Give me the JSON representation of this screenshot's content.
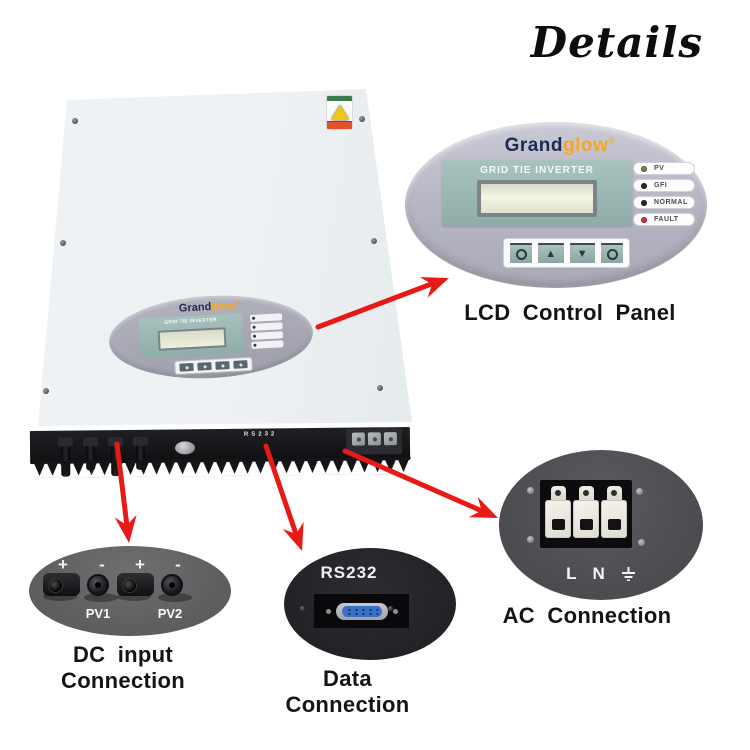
{
  "title": "Details",
  "colors": {
    "accent-red": "#e81a15",
    "logo-navy": "#1c2b52",
    "logo-orange": "#f5a728",
    "panel-teal": "#9bb9b5",
    "led-fault": "#b01c12",
    "led-pv": "#51682f",
    "callout-gray": "#b9b9c6",
    "dc-gray": "#5b5d5f",
    "data-black": "#232227",
    "ac-gray": "#4c4c50"
  },
  "brand": {
    "part1": "Grand",
    "part2": "glow",
    "mark": "®"
  },
  "lcd_callout": {
    "panel_title": "GRID TIE INVERTER",
    "leds": [
      {
        "label": "PV"
      },
      {
        "label": "GFI"
      },
      {
        "label": "NORMAL"
      },
      {
        "label": "FAULT"
      }
    ],
    "buttons": {
      "up": "▲",
      "down": "▼"
    },
    "caption": "LCD Control Panel"
  },
  "inverter": {
    "rs232_label": "RS232"
  },
  "dc_callout": {
    "signs": [
      "+",
      "-",
      "+",
      "-"
    ],
    "inputs": [
      "PV1",
      "PV2"
    ],
    "caption_line1": "DC input",
    "caption_line2": "Connection"
  },
  "data_callout": {
    "port_label": "RS232",
    "caption": "Data Connection"
  },
  "ac_callout": {
    "terminals": [
      "L",
      "N"
    ],
    "caption": "AC Connection"
  }
}
